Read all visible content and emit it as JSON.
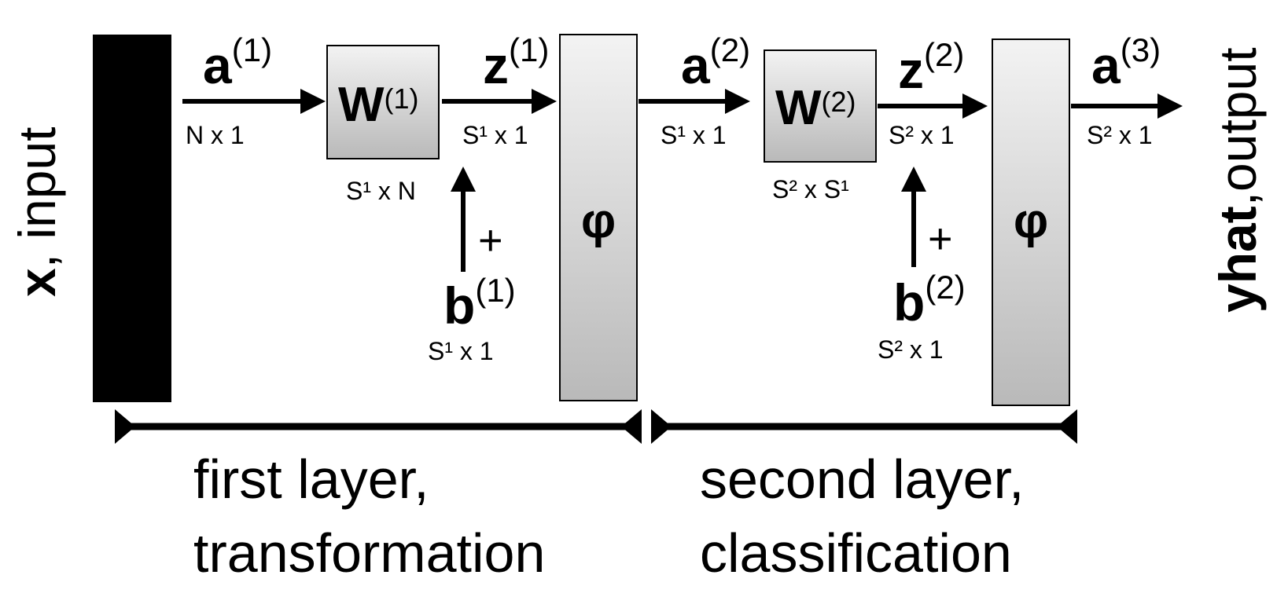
{
  "input_label": {
    "bold": "x",
    "rest": ", input"
  },
  "output_label": {
    "bold": "yhat",
    "rest": ",output"
  },
  "phi_symbol": "φ",
  "plus": "+",
  "layer1": {
    "a_in": {
      "sym": "a",
      "sup": "(1)"
    },
    "a_in_dim": "N x 1",
    "weight": {
      "sym": "W",
      "sup": "(1)"
    },
    "weight_dim": "S¹ x N",
    "z": {
      "sym": "z",
      "sup": "(1)"
    },
    "z_dim": "S¹ x 1",
    "bias": {
      "sym": "b",
      "sup": "(1)"
    },
    "bias_dim": "S¹ x 1",
    "caption_line1": "first layer,",
    "caption_line2": "transformation"
  },
  "layer2": {
    "a_in": {
      "sym": "a",
      "sup": "(2)"
    },
    "a_in_dim": "S¹ x 1",
    "weight": {
      "sym": "W",
      "sup": "(2)"
    },
    "weight_dim": "S² x S¹",
    "z": {
      "sym": "z",
      "sup": "(2)"
    },
    "z_dim": "S² x 1",
    "bias": {
      "sym": "b",
      "sup": "(2)"
    },
    "bias_dim": "S² x 1",
    "caption_line1": "second layer,",
    "caption_line2": "classification"
  },
  "output": {
    "a_out": {
      "sym": "a",
      "sup": "(3)"
    },
    "a_out_dim": "S² x 1"
  }
}
